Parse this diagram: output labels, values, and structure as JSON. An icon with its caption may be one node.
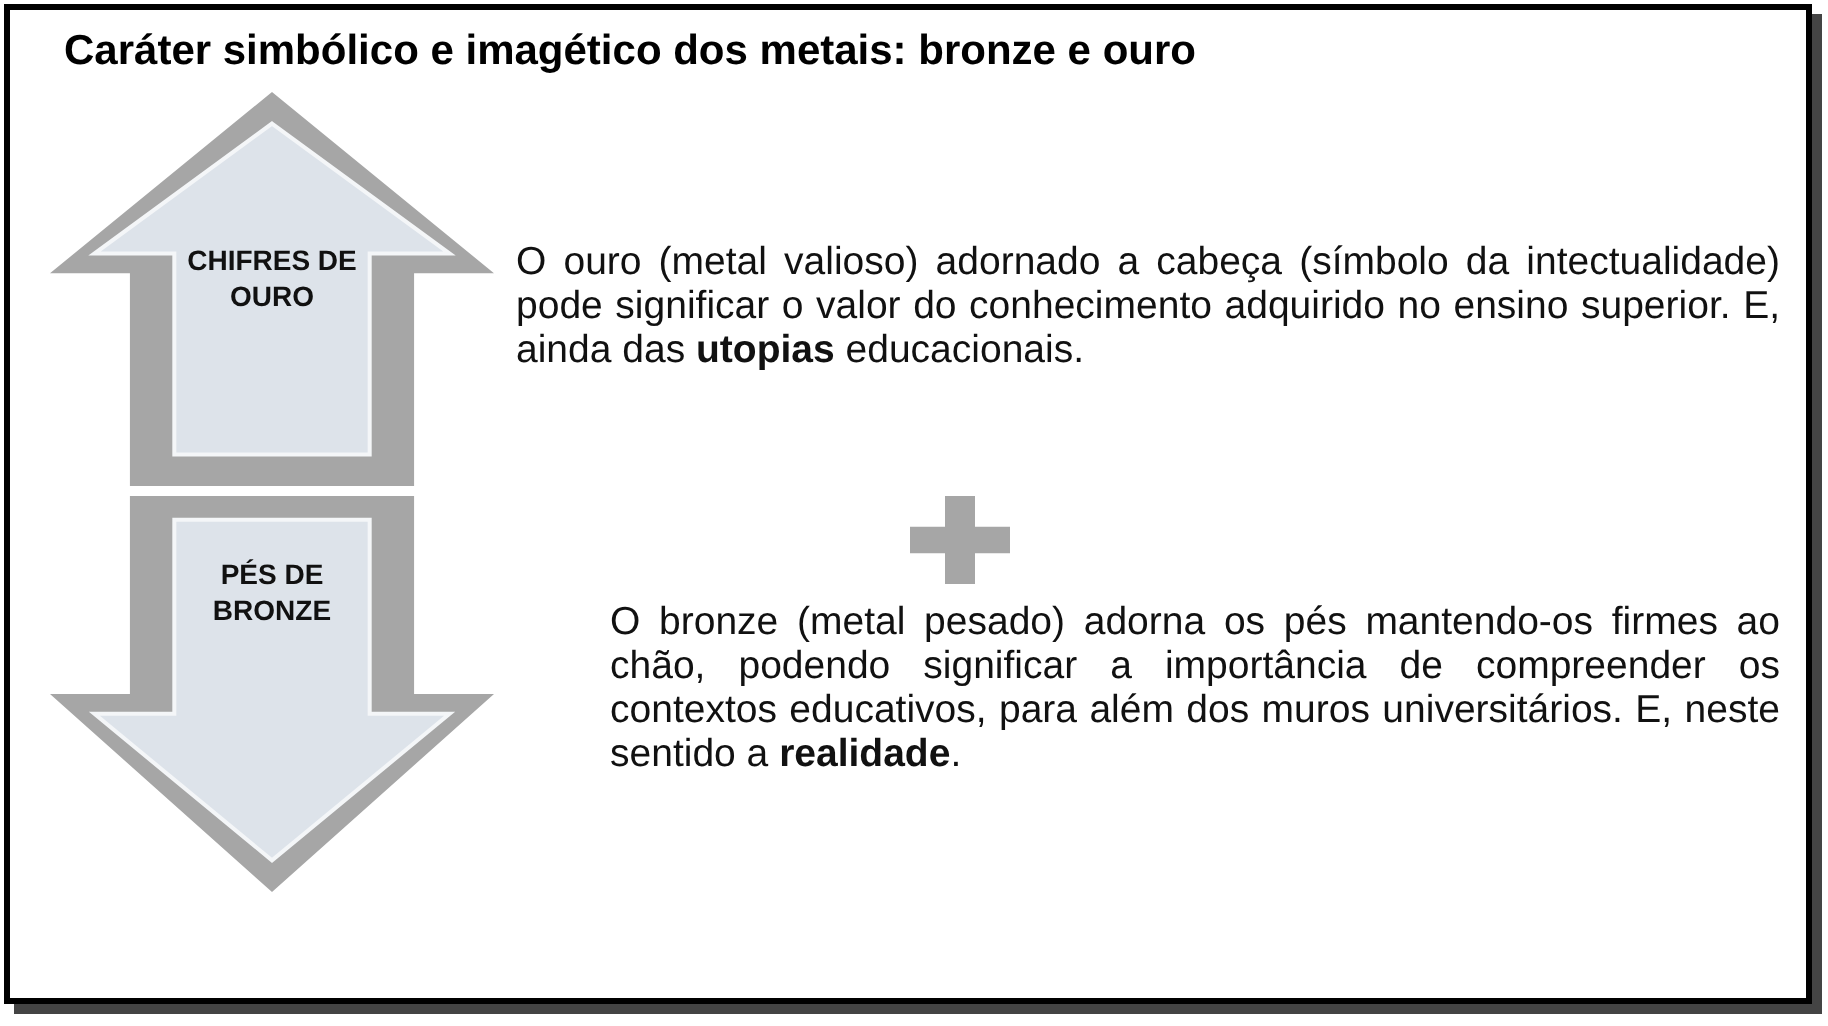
{
  "diagram": {
    "title": "Caráter simbólico e imagético dos metais: bronze e ouro",
    "nodes": [
      {
        "text": [
          "CHIFRES DE OURO"
        ]
      },
      {
        "text": [
          "PÉS DE BRONZE"
        ]
      },
      {
        "text": [],
        "shape": "plus"
      }
    ],
    "labels": [
      "O ouro (metal valioso) adornado a cabeça (símbolo da intectualidade) pode significar o valor do conhecimento adquirido no ensino superior. E, ainda das **utopias** educacionais.",
      "O bronze (metal pesado) adorna os pés mantendo-os firmes ao chão, podendo significar a importância de compreender os contextos educativos, para além dos muros universitários. E, neste sentido a **realidade**."
    ]
  }
}
